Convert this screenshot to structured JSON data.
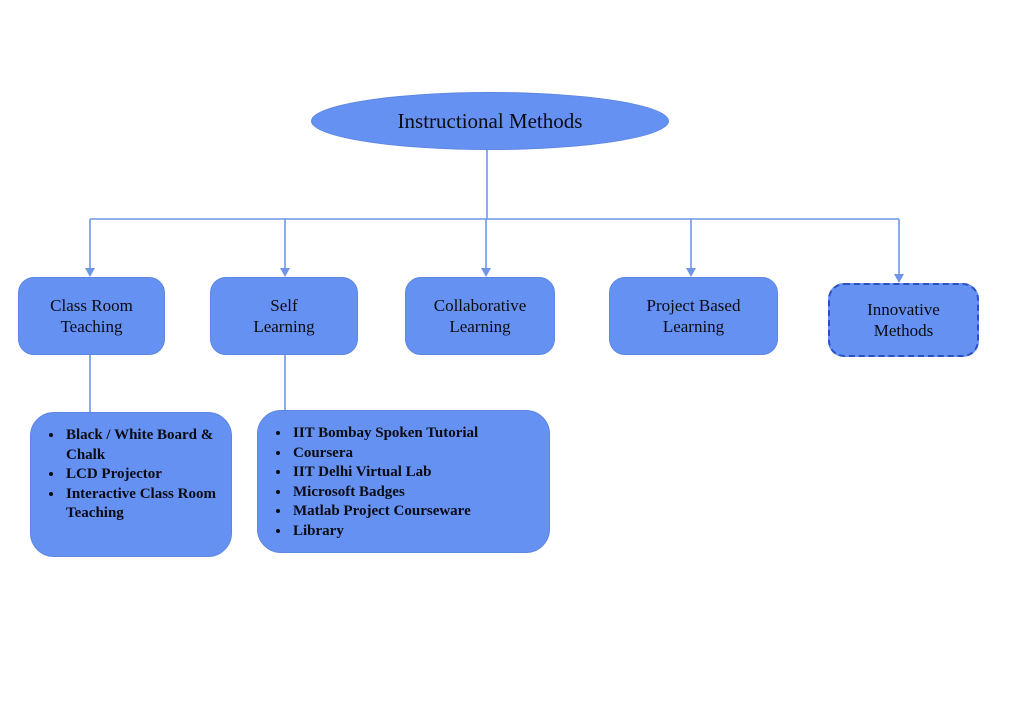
{
  "diagram": {
    "title": "Instructional Methods",
    "root": {
      "label": "Instructional Methods"
    },
    "branches": [
      {
        "id": "class-room-teaching",
        "lines": [
          "Class Room",
          "Teaching"
        ],
        "border": "solid"
      },
      {
        "id": "self-learning",
        "lines": [
          "Self",
          "Learning"
        ],
        "border": "solid"
      },
      {
        "id": "collaborative-learning",
        "lines": [
          "Collaborative",
          "Learning"
        ],
        "border": "solid"
      },
      {
        "id": "project-based-learning",
        "lines": [
          "Project Based",
          "Learning"
        ],
        "border": "solid"
      },
      {
        "id": "innovative-methods",
        "lines": [
          "Innovative",
          "Methods"
        ],
        "border": "dashed"
      }
    ],
    "details": [
      {
        "parent": "class-room-teaching",
        "items": [
          "Black / White Board & Chalk",
          "LCD Projector",
          "Interactive Class Room Teaching"
        ]
      },
      {
        "parent": "self-learning",
        "items": [
          "IIT Bombay Spoken Tutorial",
          "Coursera",
          "IIT Delhi Virtual Lab",
          "Microsoft Badges",
          "Matlab Project Courseware",
          "Library"
        ]
      }
    ],
    "colors": {
      "node_fill": "#6591f2",
      "node_edge": "#5d86e0",
      "connector": "#6f96e6",
      "dashed_border": "#2d50c0",
      "text": "#0b0b14",
      "background": "#ffffff"
    }
  }
}
